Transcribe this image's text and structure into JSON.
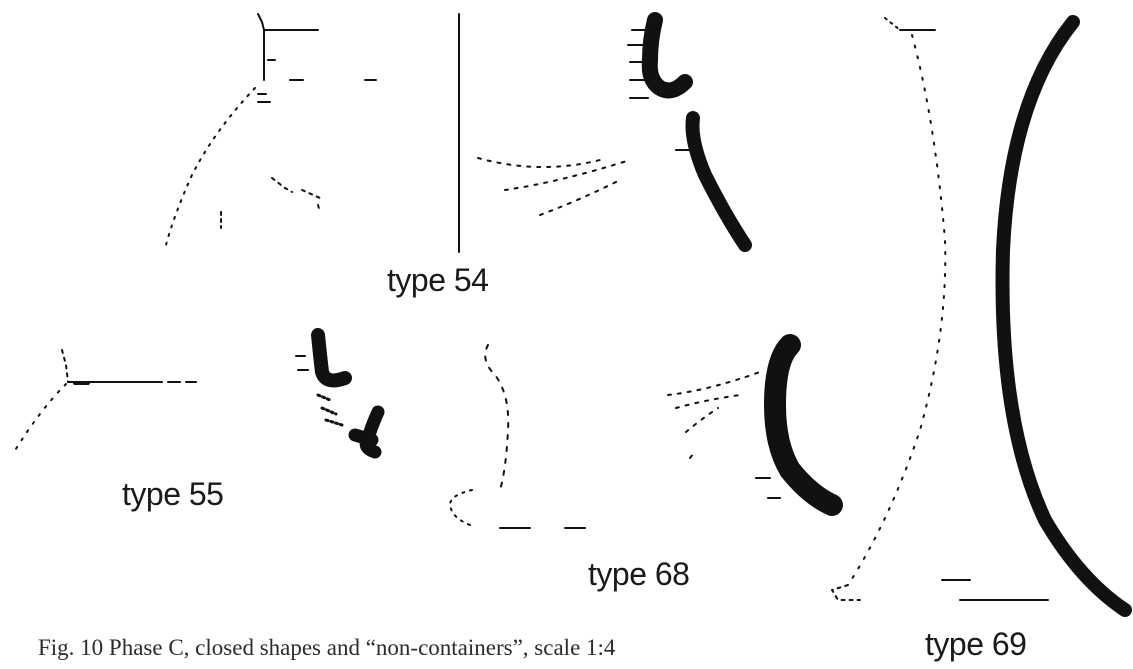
{
  "labels": {
    "type54": "type 54",
    "type55": "type 55",
    "type68": "type 68",
    "type69": "type 69"
  },
  "caption": "Fig. 10 Phase C, closed shapes and “non-containers”, scale 1:4",
  "colors": {
    "ink": "#111111",
    "background": "#ffffff"
  }
}
